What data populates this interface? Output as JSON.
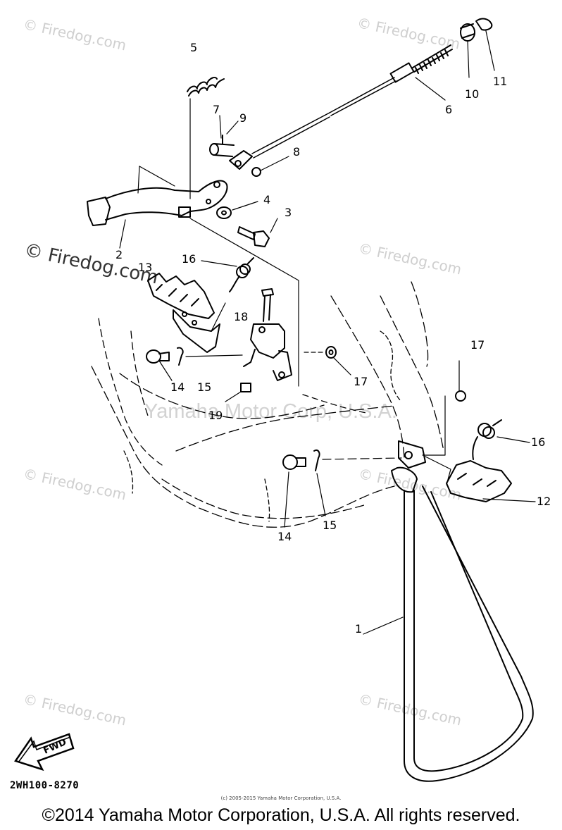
{
  "watermarks": {
    "firedog": "© Firedog.com",
    "center": "Yamaha Motor Corp, U.S.A."
  },
  "callouts": [
    "1",
    "2",
    "3",
    "4",
    "5",
    "6",
    "7",
    "8",
    "9",
    "10",
    "11",
    "12",
    "13",
    "14",
    "15",
    "16",
    "17",
    "18",
    "19"
  ],
  "fwd_label": "FWD",
  "part_code": "2WH100-8270",
  "small_copyright": "(c) 2005-2015 Yamaha Motor Corporation, U.S.A.",
  "footer": "©2014 Yamaha Motor Corporation, U.S.A. All rights reserved."
}
